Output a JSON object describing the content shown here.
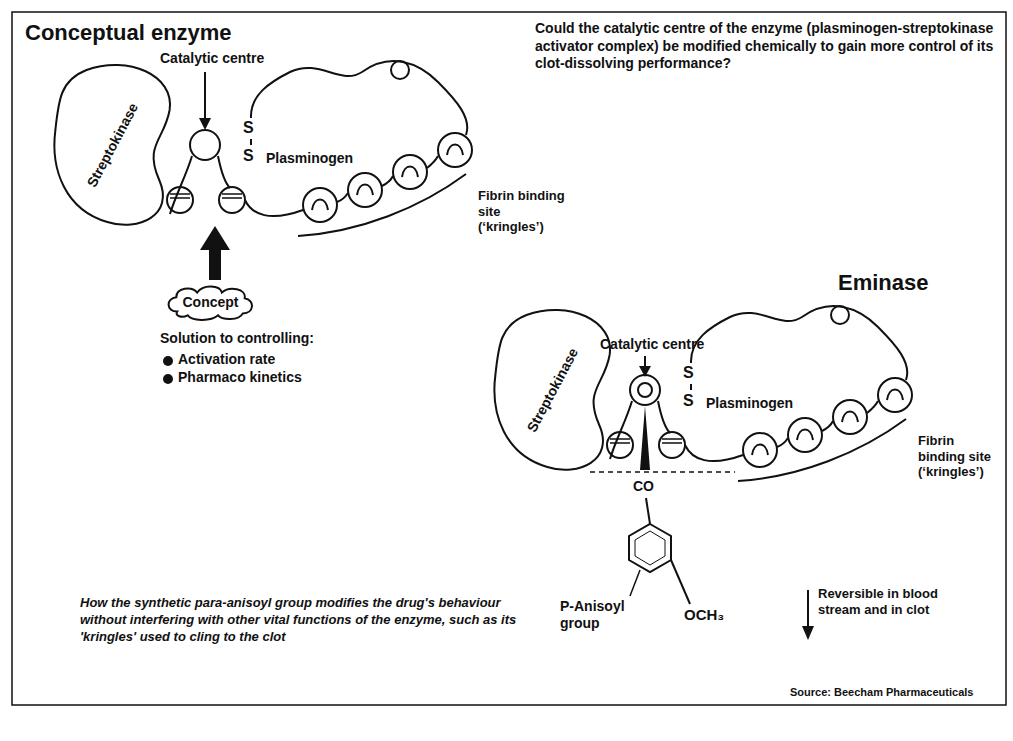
{
  "diagram": {
    "title": "Conceptual enzyme",
    "caption": "How the synthetic para-anisoyl group modifies the drug's behaviour without interfering with other vital functions of the enzyme, such as its 'kringles' used to cling to the clot",
    "nodes": [
      {
        "text": [
          "Streptokinase"
        ]
      },
      {
        "text": [
          "Concept"
        ]
      },
      {
        "text": [
          "Streptokinase"
        ]
      }
    ],
    "labels": [
      "Catalytic centre",
      "S",
      "S",
      "Plasminogen",
      "Fibrin binding site (‘kringles’)",
      "Solution to controlling:",
      "Activation rate",
      "Pharmaco kinetics",
      "Could the catalytic centre of the enzyme (plasminogen-streptokinase activator complex) be modified chemically to gain more control of its clot-dissolving performance?",
      "Eminase",
      "Catalytic centre",
      "S",
      "S",
      "Plasminogen",
      "Fibrin binding site (‘kringles’)",
      "CO",
      "P-Anisoyl group",
      "OCH₃",
      "Reversible in blood stream and in clot",
      "Source: Beecham Pharmaceuticals"
    ]
  }
}
